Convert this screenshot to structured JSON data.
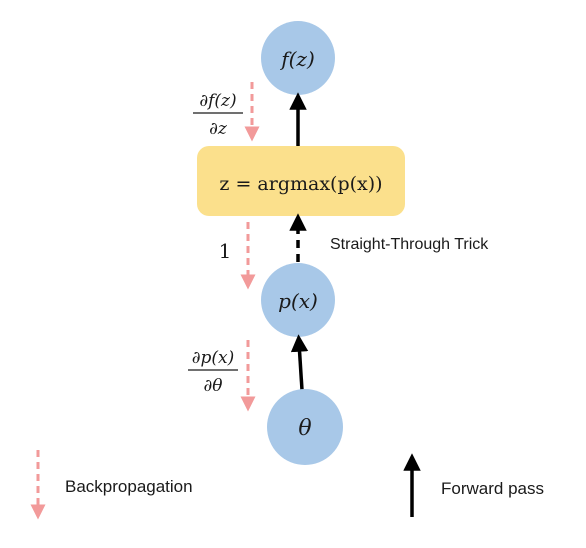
{
  "colors": {
    "node_fill": "#a8c8e8",
    "box_fill": "#fbe08c",
    "forward_arrow": "#000000",
    "backprop_arrow": "#f29a9a"
  },
  "nodes": {
    "top": "f(z)",
    "middle": "z = argmax(p(x))",
    "lower": "p(x)",
    "bottom": "θ"
  },
  "gradients": {
    "df": {
      "num": "∂f(z)",
      "den": "∂z"
    },
    "one": "1",
    "dp": {
      "num": "∂p(x)",
      "den": "∂θ"
    }
  },
  "annotations": {
    "straight_through": "Straight-Through Trick"
  },
  "legend": {
    "backprop_label": "Backpropagation",
    "forward_label": "Forward pass"
  }
}
